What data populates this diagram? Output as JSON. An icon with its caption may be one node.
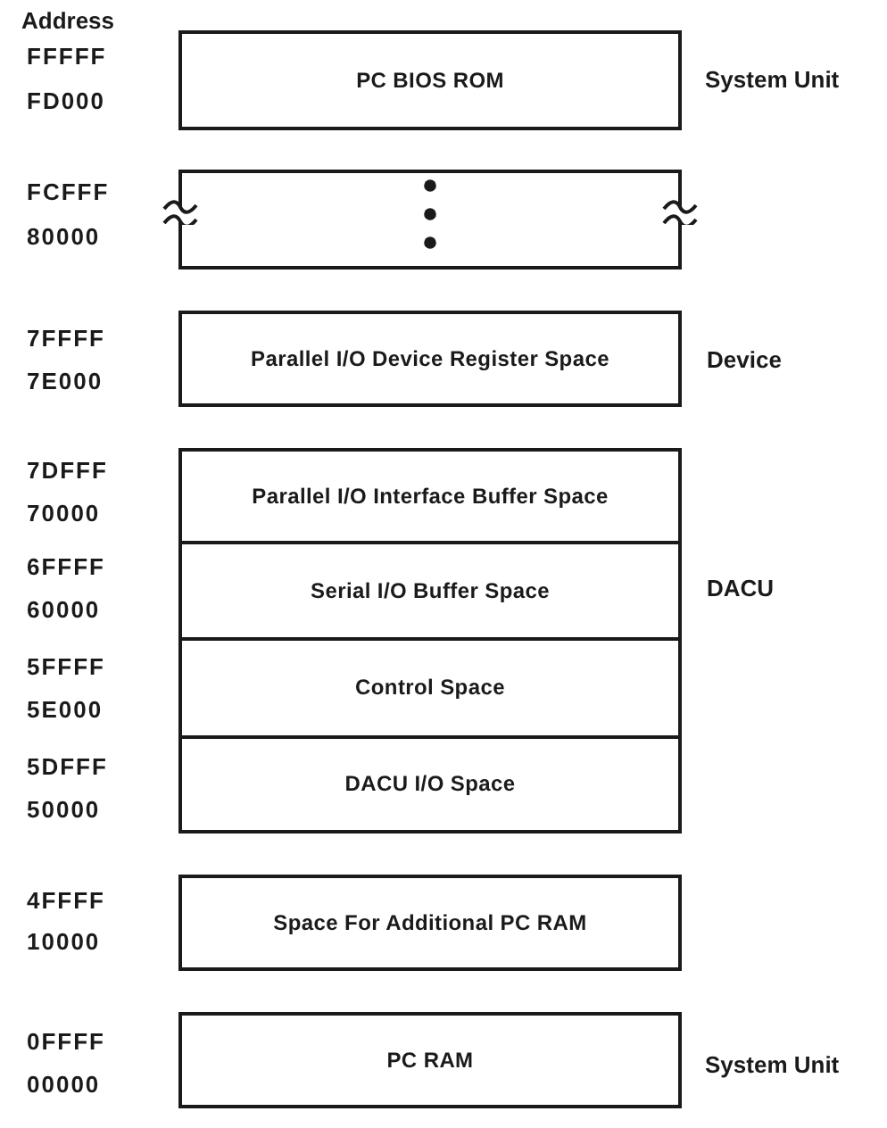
{
  "diagram": {
    "nodes": [
      {
        "text": [
          "PC BIOS ROM"
        ],
        "beside": [
          "FFFFF",
          "FD000",
          "System Unit"
        ]
      },
      {
        "text": [],
        "shape": "box",
        "beside": [
          "FCFFF",
          "80000"
        ]
      },
      {
        "text": [
          "Parallel I/O Device Register Space"
        ],
        "beside": [
          "7FFFF",
          "7E000",
          "Device"
        ]
      },
      {
        "text": [],
        "shape": "box",
        "beside": [
          "DACU"
        ]
      },
      {
        "text": [
          "Parallel I/O Interface Buffer Space"
        ],
        "in": 3,
        "beside": [
          "7DFFF",
          "70000"
        ]
      },
      {
        "text": [
          "Serial I/O Buffer Space"
        ],
        "in": 3,
        "beside": [
          "6FFFF",
          "60000"
        ]
      },
      {
        "text": [
          "Control Space"
        ],
        "in": 3,
        "beside": [
          "5FFFF",
          "5E000"
        ]
      },
      {
        "text": [
          "DACU I/O Space"
        ],
        "in": 3,
        "beside": [
          "5DFFF",
          "50000"
        ]
      },
      {
        "text": [
          "Space For Additional PC RAM"
        ],
        "beside": [
          "4FFFF",
          "10000"
        ]
      },
      {
        "text": [
          "PC RAM"
        ],
        "beside": [
          "0FFFF",
          "00000",
          "System Unit"
        ]
      }
    ],
    "labels": [
      "Address"
    ]
  }
}
